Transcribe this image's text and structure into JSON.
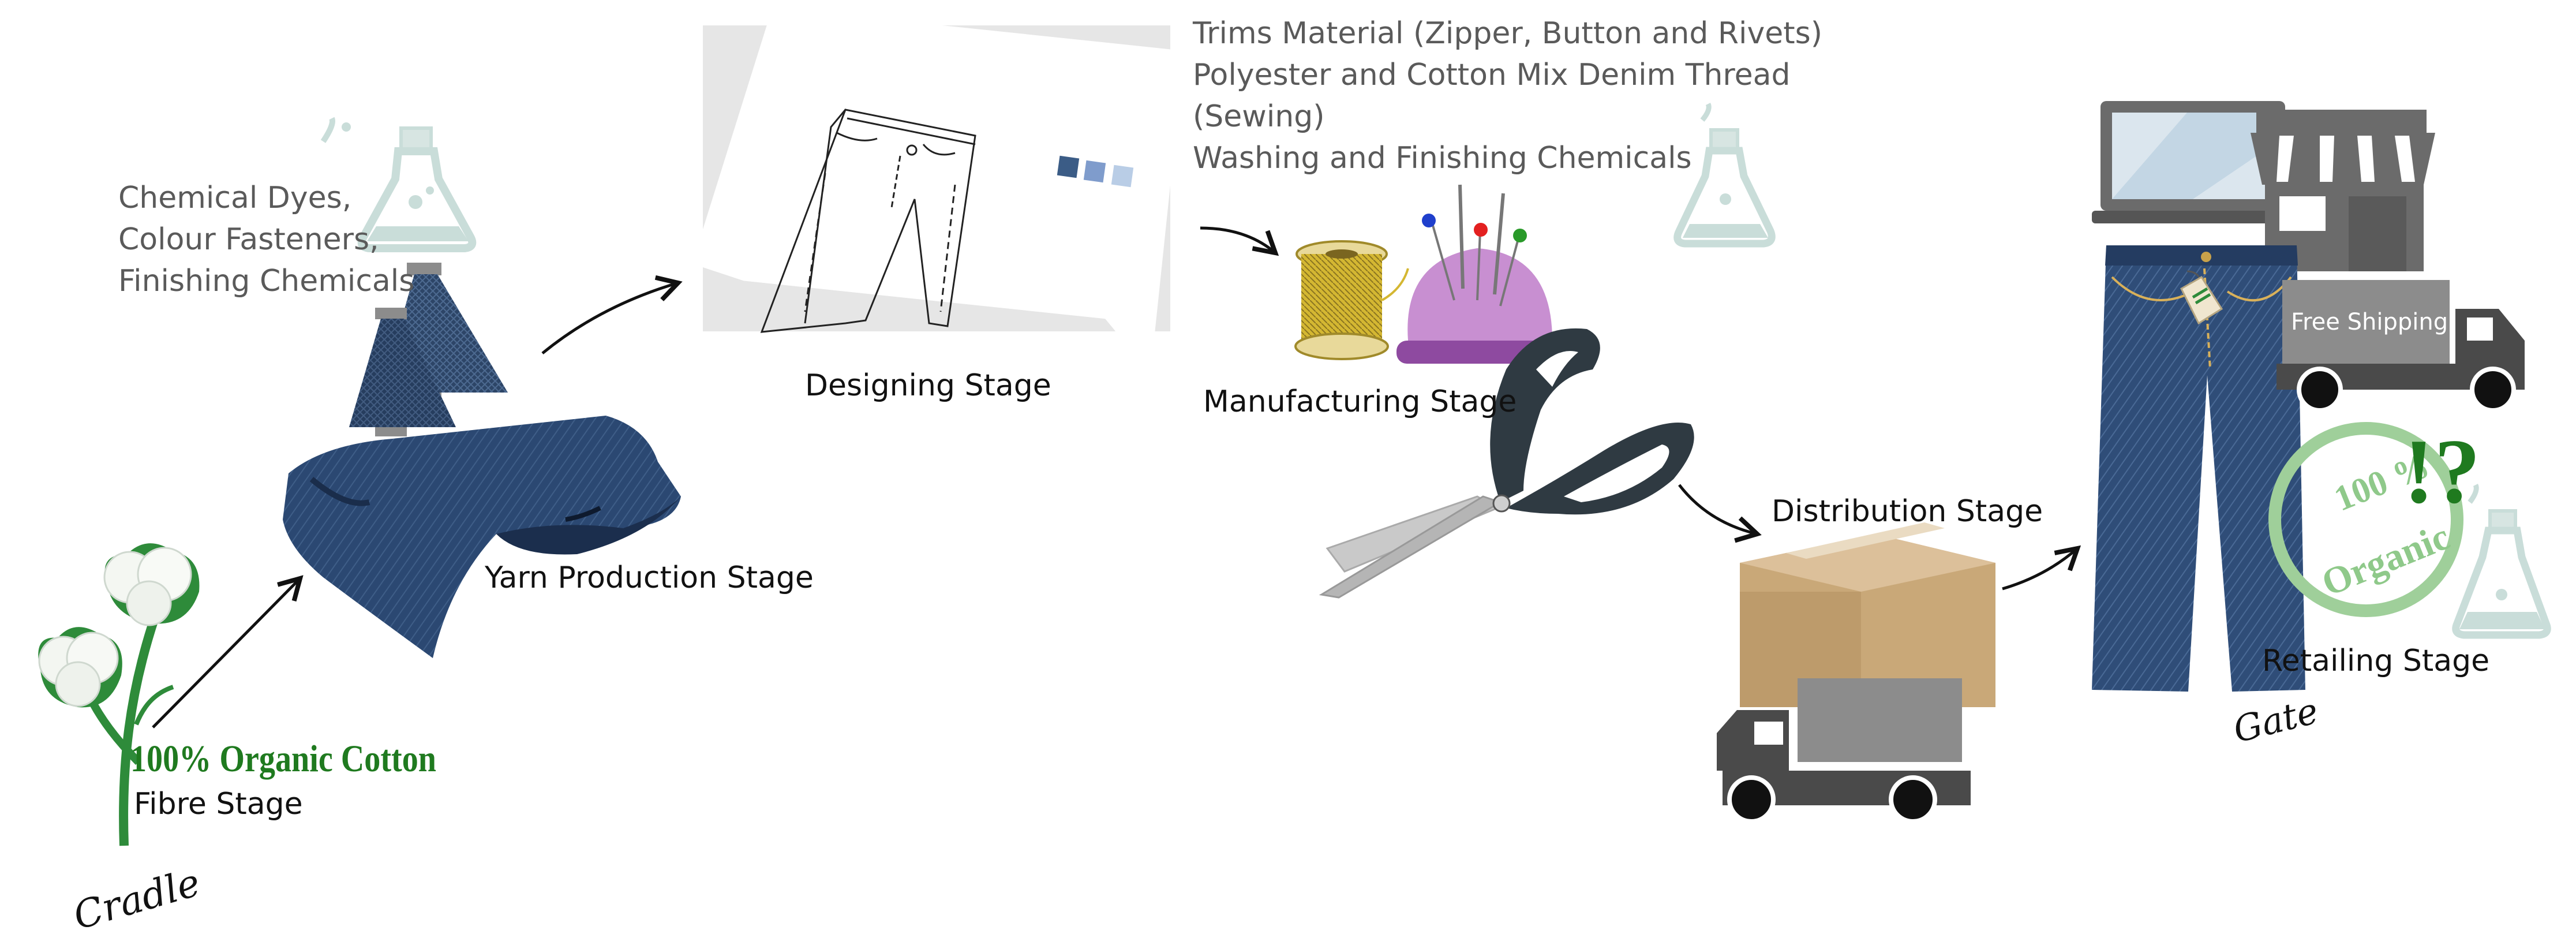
{
  "stages": {
    "fibre": "Fibre Stage",
    "yarn": "Yarn Production Stage",
    "designing": "Designing Stage",
    "manufacturing": "Manufacturing Stage",
    "distribution": "Distribution Stage",
    "retailing": "Retailing Stage"
  },
  "fibre_label": "100% Organic Cotton",
  "yarn_inputs": [
    "Chemical Dyes,",
    "Colour Fasteners,",
    "Finishing Chemicals"
  ],
  "manufacturing_inputs": [
    "Trims Material (Zipper, Button  and Rivets)",
    "Polyester and Cotton Mix Denim  Thread",
    "(Sewing)",
    "Washing  and Finishing Chemicals"
  ],
  "truck_text": "Free Shipping",
  "organic_stamp": {
    "line1": "100 %",
    "line2": "Organic",
    "mark": "!?"
  },
  "endpoints": {
    "start": "Cradle",
    "end": "Gate"
  },
  "colors": {
    "denim": "#2e4a73",
    "cotton_green": "#2e8b3a",
    "organic_text": "#1f7a1f",
    "stamp": "#9fcf9a",
    "flask": "#c9ddd9",
    "box": "#c9a878",
    "truck": "#4a4a4a",
    "pincushion": "#c88fd1",
    "thread": "#d4b732"
  }
}
